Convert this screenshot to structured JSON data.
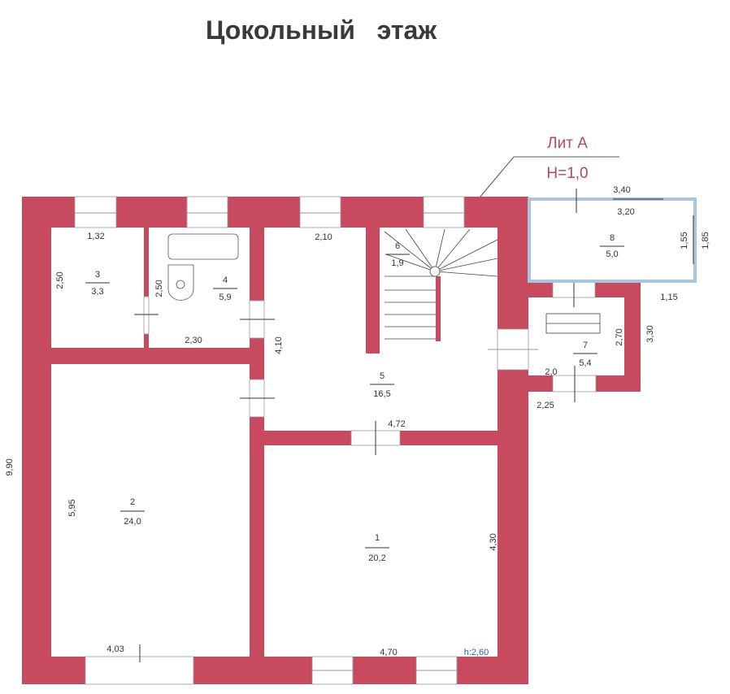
{
  "title": "Цокольный   этаж",
  "lit": {
    "name": "Лит А",
    "height": "Н=1,0"
  },
  "rooms": [
    {
      "number": "1",
      "area": "20,2"
    },
    {
      "number": "2",
      "area": "24,0"
    },
    {
      "number": "3",
      "area": "3,3"
    },
    {
      "number": "4",
      "area": "5,9"
    },
    {
      "number": "5",
      "area": "16,5"
    },
    {
      "number": "6",
      "area": "1,9"
    },
    {
      "number": "7",
      "area": "5,4"
    },
    {
      "number": "8",
      "area": "5,0"
    }
  ],
  "dimensions": {
    "d132": "1,32",
    "d250a": "2,50",
    "d250b": "2,50",
    "d230": "2,30",
    "d210": "2,10",
    "d410": "4,10",
    "d472": "4,72",
    "d340": "3,40",
    "d320": "3,20",
    "d155": "1,55",
    "d185": "1,85",
    "d115": "1,15",
    "d270": "2,70",
    "d330": "3,30",
    "d20": "2,0",
    "d225": "2,25",
    "d990": "9,90",
    "d595": "5,95",
    "d430": "4,30",
    "d403": "4,03",
    "d470": "4,70",
    "ceiling": "h:2,60"
  },
  "colors": {
    "wall": "#c84a5f",
    "veranda": "#a9c4dd",
    "ceiling_label": "#2a5db0"
  }
}
